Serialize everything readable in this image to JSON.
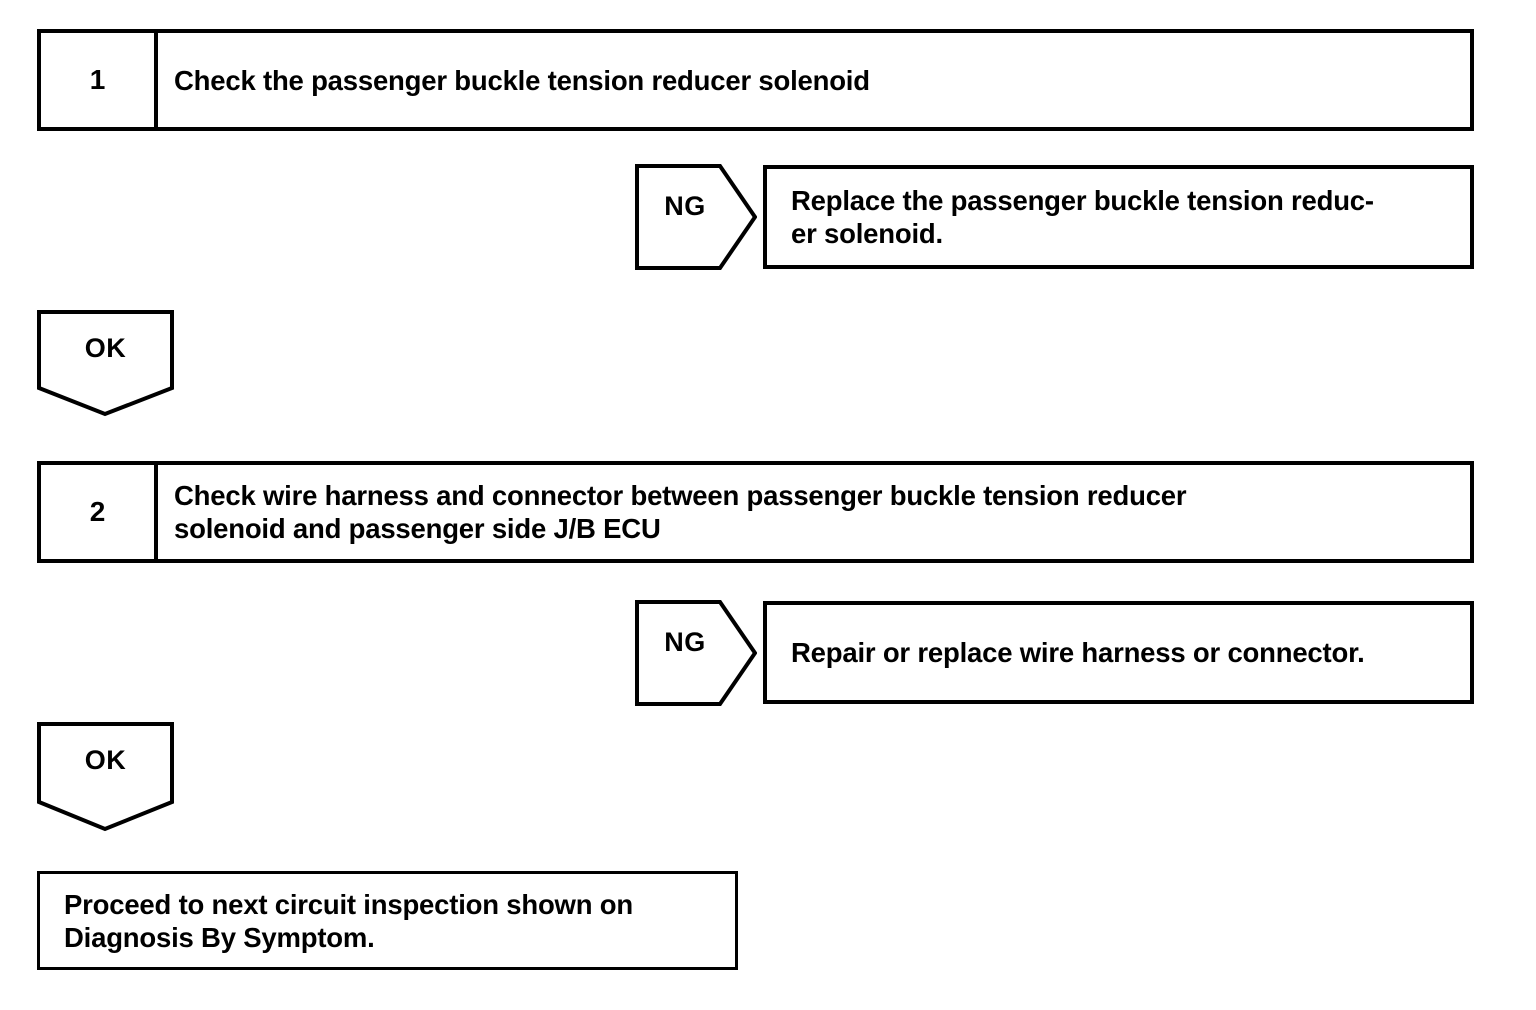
{
  "document": {
    "type": "troubleshooting-flowchart",
    "background_color": "#ffffff",
    "line_color": "#000000"
  },
  "steps": [
    {
      "number": "1",
      "text": "Check the passenger buckle tension reducer solenoid"
    },
    {
      "number": "2",
      "text": "Check wire harness and connector between passenger buckle tension reducer\nsolenoid and passenger side J/B ECU"
    }
  ],
  "branches": [
    {
      "tag": "NG",
      "result_text": "Replace the passenger buckle tension reduc-\ner solenoid."
    },
    {
      "tag": "NG",
      "result_text": "Repair or replace wire harness or connector."
    }
  ],
  "ok_tags": [
    {
      "tag": "OK"
    },
    {
      "tag": "OK"
    }
  ],
  "final": {
    "text": "Proceed to next circuit inspection shown on\nDiagnosis By Symptom."
  }
}
